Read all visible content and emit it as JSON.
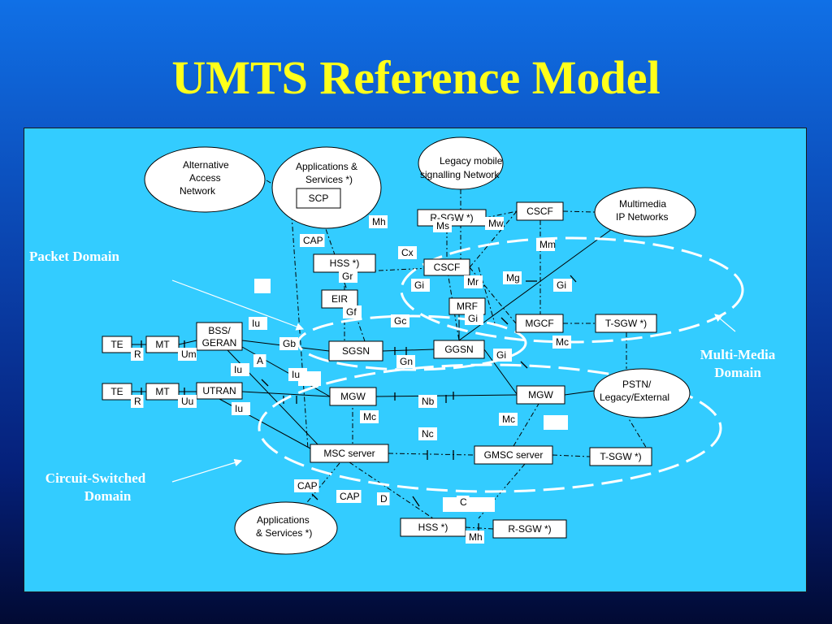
{
  "slide": {
    "title": "UMTS Reference Model",
    "labels": {
      "packet_domain": "Packet Domain",
      "multimedia_domain": [
        "Multi-Media",
        "Domain"
      ],
      "cs_domain": [
        "Circuit-Switched",
        "Domain"
      ]
    }
  },
  "colors": {
    "title": "#ffff1a",
    "panel": "#33ccff",
    "node_fill": "#ffffff",
    "line": "#000000",
    "domain_outline": "#ffffff"
  },
  "diagram": {
    "clouds": [
      {
        "id": "alt-access",
        "lines": [
          "Alternative",
          "Access",
          "Network"
        ]
      },
      {
        "id": "apps-services-top",
        "lines": [
          "Applications &",
          "Services  *)"
        ]
      },
      {
        "id": "legacy-signalling",
        "lines": [
          "Legacy mobile",
          "signalling Network"
        ]
      },
      {
        "id": "multimedia-ip",
        "lines": [
          "Multimedia",
          "IP Networks"
        ]
      },
      {
        "id": "pstn-legacy",
        "lines": [
          "PSTN/",
          "Legacy/External"
        ]
      },
      {
        "id": "apps-services-bottom",
        "lines": [
          "Applications",
          "& Services *)"
        ]
      }
    ],
    "nodes": [
      {
        "id": "scp",
        "label": "SCP"
      },
      {
        "id": "r-sgw-top",
        "label": "R-SGW *)"
      },
      {
        "id": "cscf-top",
        "label": "CSCF"
      },
      {
        "id": "hss-top",
        "label": "HSS *)"
      },
      {
        "id": "cscf-mid",
        "label": "CSCF"
      },
      {
        "id": "eir",
        "label": "EIR"
      },
      {
        "id": "mrf",
        "label": "MRF"
      },
      {
        "id": "mgcf",
        "label": "MGCF"
      },
      {
        "id": "t-sgw-top",
        "label": "T-SGW *)"
      },
      {
        "id": "te-1",
        "label": "TE"
      },
      {
        "id": "mt-1",
        "label": "MT"
      },
      {
        "id": "bss-geran",
        "label": "BSS/ GERAN"
      },
      {
        "id": "sgsn",
        "label": "SGSN"
      },
      {
        "id": "ggsn",
        "label": "GGSN"
      },
      {
        "id": "te-2",
        "label": "TE"
      },
      {
        "id": "mt-2",
        "label": "MT"
      },
      {
        "id": "utran",
        "label": "UTRAN"
      },
      {
        "id": "mgw-left",
        "label": "MGW"
      },
      {
        "id": "mgw-right",
        "label": "MGW"
      },
      {
        "id": "msc-server",
        "label": "MSC server"
      },
      {
        "id": "gmsc-server",
        "label": "GMSC server"
      },
      {
        "id": "t-sgw-bottom",
        "label": "T-SGW *)"
      },
      {
        "id": "hss-bottom",
        "label": "HSS *)"
      },
      {
        "id": "r-sgw-bottom",
        "label": "R-SGW *)"
      }
    ],
    "interfaces": [
      {
        "id": "mh-top",
        "label": "Mh"
      },
      {
        "id": "ms",
        "label": "Ms"
      },
      {
        "id": "mw",
        "label": "Mw"
      },
      {
        "id": "mm",
        "label": "Mm"
      },
      {
        "id": "cap-top",
        "label": "CAP"
      },
      {
        "id": "cx",
        "label": "Cx"
      },
      {
        "id": "gr",
        "label": "Gr"
      },
      {
        "id": "gi-1",
        "label": "Gi"
      },
      {
        "id": "mr",
        "label": "Mr"
      },
      {
        "id": "mg",
        "label": "Mg"
      },
      {
        "id": "gi-2",
        "label": "Gi"
      },
      {
        "id": "gf",
        "label": "Gf"
      },
      {
        "id": "gi-3",
        "label": "Gi"
      },
      {
        "id": "iu-1",
        "label": "Iu"
      },
      {
        "id": "gc",
        "label": "Gc"
      },
      {
        "id": "gb",
        "label": "Gb"
      },
      {
        "id": "mc-1",
        "label": "Mc"
      },
      {
        "id": "r-1",
        "label": "R"
      },
      {
        "id": "um",
        "label": "Um"
      },
      {
        "id": "a",
        "label": "A"
      },
      {
        "id": "gi-4",
        "label": "Gi"
      },
      {
        "id": "gn",
        "label": "Gn"
      },
      {
        "id": "iu-2",
        "label": "Iu"
      },
      {
        "id": "iu-3",
        "label": "Iu"
      },
      {
        "id": "r-2",
        "label": "R"
      },
      {
        "id": "uu",
        "label": "Uu"
      },
      {
        "id": "nb",
        "label": "Nb"
      },
      {
        "id": "iu-4",
        "label": "Iu"
      },
      {
        "id": "mc-2",
        "label": "Mc"
      },
      {
        "id": "mc-3",
        "label": "Mc"
      },
      {
        "id": "nc",
        "label": "Nc"
      },
      {
        "id": "cap-bottom-1",
        "label": "CAP"
      },
      {
        "id": "cap-bottom-2",
        "label": "CAP"
      },
      {
        "id": "d",
        "label": "D"
      },
      {
        "id": "c",
        "label": "C"
      },
      {
        "id": "mh-bottom",
        "label": "Mh"
      }
    ]
  }
}
